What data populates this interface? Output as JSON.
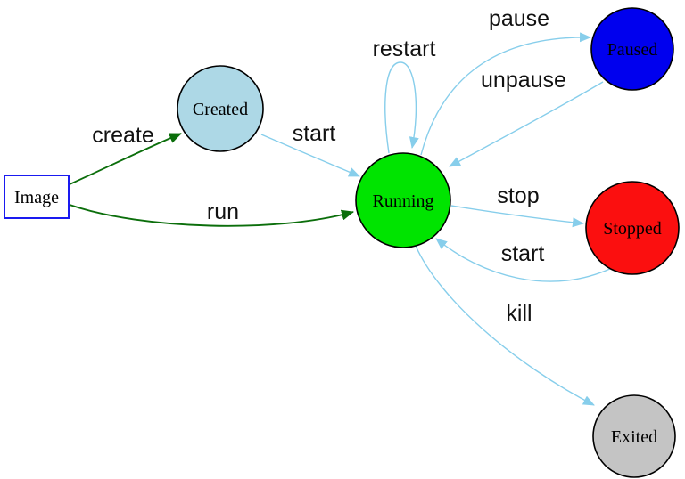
{
  "diagram": {
    "kind": "container-state-diagram"
  },
  "nodes": {
    "image": {
      "label": "Image",
      "fill": "#ffffff",
      "border": "#1a1af0",
      "shape": "rectangle"
    },
    "created": {
      "label": "Created",
      "fill": "#add8e6",
      "shape": "circle"
    },
    "running": {
      "label": "Running",
      "fill": "#00e400",
      "shape": "circle"
    },
    "paused": {
      "label": "Paused",
      "fill": "#0000ee",
      "shape": "circle"
    },
    "stopped": {
      "label": "Stopped",
      "fill": "#fb0f0f",
      "shape": "circle"
    },
    "exited": {
      "label": "Exited",
      "fill": "#c4c4c4",
      "shape": "circle"
    }
  },
  "edges": {
    "create": {
      "label": "create",
      "from": "image",
      "to": "created"
    },
    "run": {
      "label": "run",
      "from": "image",
      "to": "running"
    },
    "start_from_created": {
      "label": "start",
      "from": "created",
      "to": "running"
    },
    "restart": {
      "label": "restart",
      "from": "running",
      "to": "running"
    },
    "pause": {
      "label": "pause",
      "from": "running",
      "to": "paused"
    },
    "unpause": {
      "label": "unpause",
      "from": "paused",
      "to": "running"
    },
    "stop": {
      "label": "stop",
      "from": "running",
      "to": "stopped"
    },
    "start_from_stopped": {
      "label": "start",
      "from": "stopped",
      "to": "running"
    },
    "kill": {
      "label": "kill",
      "from": "running",
      "to": "exited"
    }
  },
  "colors": {
    "edge_primary": "#87ceeb",
    "edge_secondary": "#0b6e0b",
    "node_border": "#000000",
    "label_text": "#111111"
  }
}
